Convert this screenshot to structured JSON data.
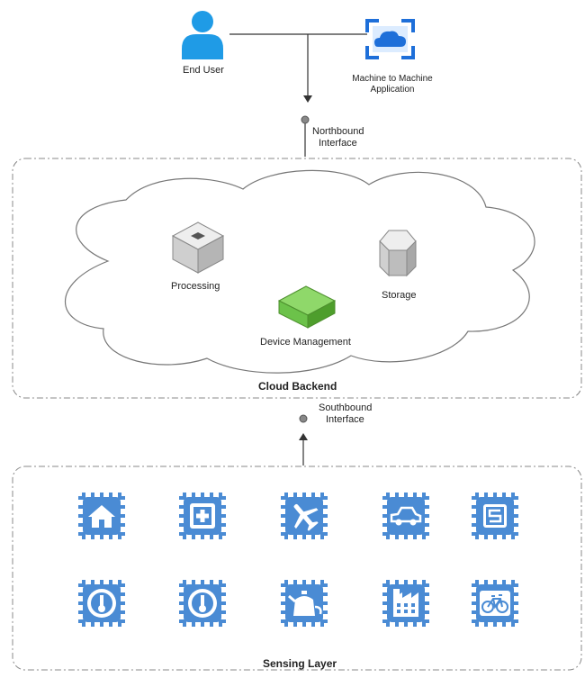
{
  "actors": {
    "end_user": "End User",
    "m2m_app_line1": "Machine to Machine",
    "m2m_app_line2": "Application"
  },
  "interfaces": {
    "northbound_line1": "Northbound",
    "northbound_line2": "Interface",
    "southbound_line1": "Southbound",
    "southbound_line2": "Interface"
  },
  "cloud": {
    "title": "Cloud Backend",
    "processing": "Processing",
    "storage": "Storage",
    "device_management": "Device Management"
  },
  "sensing": {
    "title": "Sensing Layer",
    "devices": [
      "home-icon",
      "medical-icon",
      "airplane-icon",
      "car-icon",
      "server-icon",
      "thermometer-icon",
      "thermometer-icon",
      "kettle-icon",
      "factory-icon",
      "bicycle-icon"
    ]
  },
  "colors": {
    "chip_blue": "#4a8bd4",
    "user_blue": "#1f9be6",
    "azure_blue": "#1e6fd9",
    "green_box": "#6cc24a",
    "gray_box": "#d9d9d9",
    "connector": "#333333"
  }
}
